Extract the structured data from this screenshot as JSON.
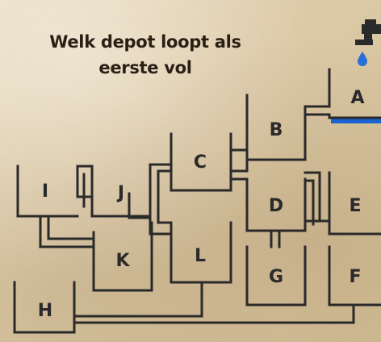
{
  "title": {
    "line1": "Welk depot loopt als",
    "line2": "eerste vol"
  },
  "depots": {
    "a": "A",
    "b": "B",
    "c": "C",
    "d": "D",
    "e": "E",
    "f": "F",
    "g": "G",
    "h": "H",
    "i": "I",
    "j": "J",
    "k": "K",
    "l": "L"
  },
  "icons": {
    "tap": "water-tap-icon",
    "drop": "water-drop-icon"
  },
  "colors": {
    "ink": "#2b2a2a",
    "water": "#1a63d0",
    "paper": "#e3d3b2"
  }
}
